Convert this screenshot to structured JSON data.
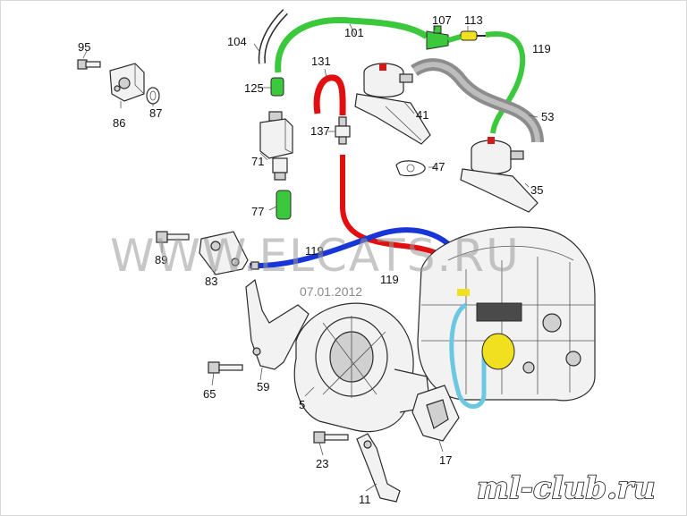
{
  "colors": {
    "hose_green": "#3cc83c",
    "hose_red": "#e01010",
    "hose_blue": "#1836d8",
    "hose_cyan": "#6cc8e0",
    "part_yellow": "#f0e020",
    "tube_grey": "#8c8c8c",
    "fitting_red": "#d01a1a"
  },
  "callouts": [
    {
      "id": "95",
      "label": "95"
    },
    {
      "id": "86",
      "label": "86"
    },
    {
      "id": "87",
      "label": "87"
    },
    {
      "id": "104",
      "label": "104"
    },
    {
      "id": "101",
      "label": "101"
    },
    {
      "id": "107",
      "label": "107"
    },
    {
      "id": "113",
      "label": "113"
    },
    {
      "id": "119a",
      "label": "119"
    },
    {
      "id": "131",
      "label": "131"
    },
    {
      "id": "125",
      "label": "125"
    },
    {
      "id": "41",
      "label": "41"
    },
    {
      "id": "53",
      "label": "53"
    },
    {
      "id": "137",
      "label": "137"
    },
    {
      "id": "71",
      "label": "71"
    },
    {
      "id": "47",
      "label": "47"
    },
    {
      "id": "35",
      "label": "35"
    },
    {
      "id": "77",
      "label": "77"
    },
    {
      "id": "89",
      "label": "89"
    },
    {
      "id": "119b",
      "label": "119"
    },
    {
      "id": "119c",
      "label": "119"
    },
    {
      "id": "83",
      "label": "83"
    },
    {
      "id": "65",
      "label": "65"
    },
    {
      "id": "59",
      "label": "59"
    },
    {
      "id": "5",
      "label": "5"
    },
    {
      "id": "23",
      "label": "23"
    },
    {
      "id": "17",
      "label": "17"
    },
    {
      "id": "11",
      "label": "11"
    }
  ],
  "watermark": "WWW.ELCATS.RU",
  "date_stamp": "07.01.2012",
  "logo": "ml-club.ru"
}
